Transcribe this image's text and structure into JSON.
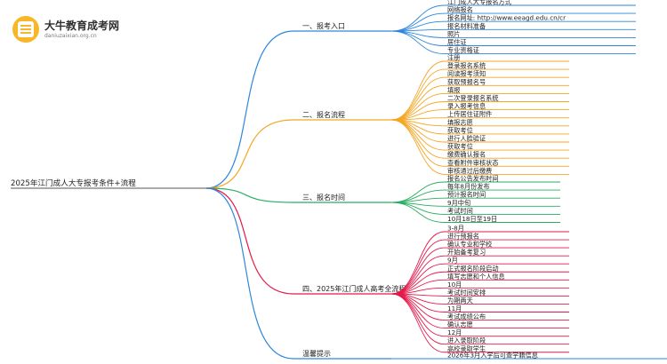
{
  "logo": {
    "title": "大牛教育成考网",
    "url": "daniuzaixian.org.cn"
  },
  "root": {
    "label": "2025年江门成人大专报考条件+流程"
  },
  "branches": [
    {
      "label": "一、报考入口",
      "color": "#2e86de",
      "leaves": [
        "江门成人大专报名方式",
        "网络报名",
        "报名网址: http://www.eeagd.edu.cn/cr",
        "报名材料准备",
        "照片",
        "居住证",
        "专业资格证"
      ]
    },
    {
      "label": "二、报名流程",
      "color": "#f5a623",
      "leaves": [
        "注册",
        "登录报名系统",
        "阅读报考须知",
        "获取预报名号",
        "填报",
        "二次登录报名系统",
        "录入报考信息",
        "上传居住证附件",
        "填报志愿",
        "获取考位",
        "进行人脸验证",
        "获取考位",
        "缴费确认报名",
        "查看附件审核状态",
        "审核通过后缴费"
      ]
    },
    {
      "label": "三、报名时间",
      "color": "#27ae60",
      "leaves": [
        "报名公告发布时间",
        "每年8月份发布",
        "预计报名时间",
        "9月中旬",
        "考试时间",
        "10月18日至19日"
      ]
    },
    {
      "label": "四、2025年江门成人高考全流程",
      "color": "#e6194b",
      "leaves": [
        "3-8月",
        "进行预报名",
        "确认专业和学校",
        "开始备考复习",
        "9月",
        "正式报名阶段启动",
        "填写志愿和个人信息",
        "10月",
        "考试时间安排",
        "为期两天",
        "11月",
        "考试成绩公布",
        "确认志愿",
        "12月",
        "进入录取阶段",
        "高校录取学生"
      ]
    },
    {
      "label": "温馨提示",
      "color": "#2e86de",
      "leaves": [
        "2026年3月入学后可查学籍信息"
      ]
    }
  ]
}
